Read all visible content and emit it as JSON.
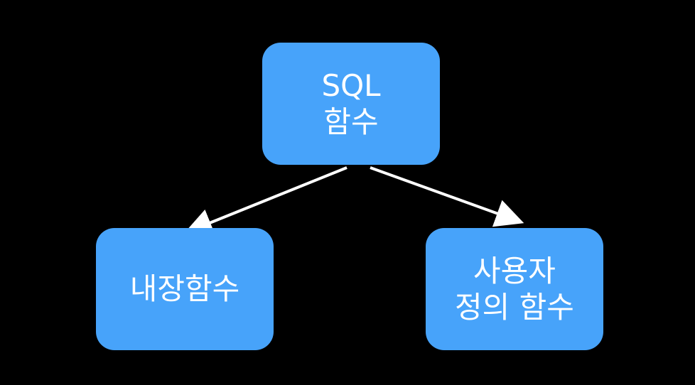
{
  "diagram": {
    "root": {
      "lines": [
        "SQL",
        "함수"
      ]
    },
    "children": [
      {
        "lines": [
          "내장함수"
        ]
      },
      {
        "lines": [
          "사용자",
          "정의 함수"
        ]
      }
    ],
    "edges": [
      {
        "from": "root",
        "to": "children.0"
      },
      {
        "from": "root",
        "to": "children.1"
      }
    ]
  },
  "colors": {
    "background": "#000000",
    "node_fill": "#47a3fa",
    "node_text": "#ffffff",
    "arrow": "#ffffff"
  }
}
